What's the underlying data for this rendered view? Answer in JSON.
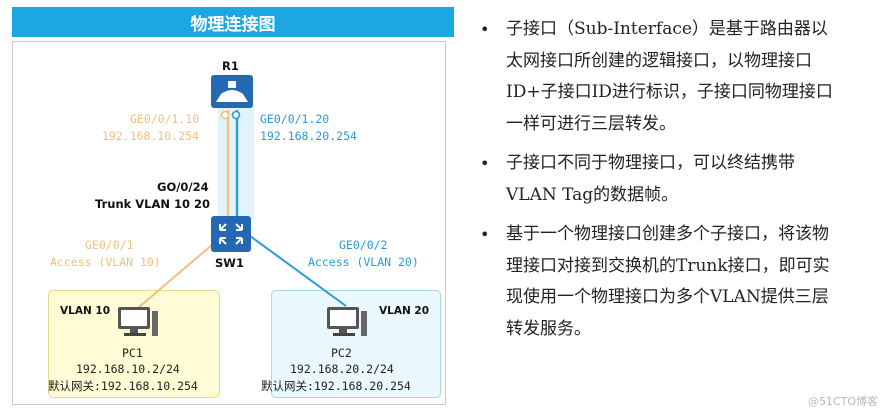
{
  "diagram": {
    "title": "物理连接图",
    "router": {
      "name": "R1"
    },
    "router_link_left": {
      "interface": "GE0/0/1.10",
      "ip": "192.168.10.254"
    },
    "router_link_right": {
      "interface": "GE0/0/1.20",
      "ip": "192.168.20.254"
    },
    "trunk": {
      "interface": "GO/0/24",
      "label": "Trunk VLAN 10 20"
    },
    "switch": {
      "name": "SW1"
    },
    "access_left": {
      "interface": "GE0/0/1",
      "mode": "Access (VLAN 10)"
    },
    "access_right": {
      "interface": "GE0/0/2",
      "mode": "Access (VLAN 20)"
    },
    "pc1": {
      "vlan": "VLAN 10",
      "name": "PC1",
      "ip": "192.168.10.2/24",
      "gateway": "默认网关:192.168.10.254"
    },
    "pc2": {
      "vlan": "VLAN 20",
      "name": "PC2",
      "ip": "192.168.20.2/24",
      "gateway": "默认网关:192.168.20.254"
    },
    "colors": {
      "vlan10": "#f0c080",
      "vlan20": "#2a9bd8",
      "title_bg": "#1aa7e2",
      "device": "#2467b2"
    }
  },
  "bullets": [
    "子接口（Sub-Interface）是基于路由器以太网接口所创建的逻辑接口，以物理接口ID+子接口ID进行标识，子接口同物理接口一样可进行三层转发。",
    "子接口不同于物理接口，可以终结携带VLAN Tag的数据帧。",
    "基于一个物理接口创建多个子接口，将该物理接口对接到交换机的Trunk接口，即可实现使用一个物理接口为多个VLAN提供三层转发服务。"
  ],
  "watermark": "@51CTO博客"
}
